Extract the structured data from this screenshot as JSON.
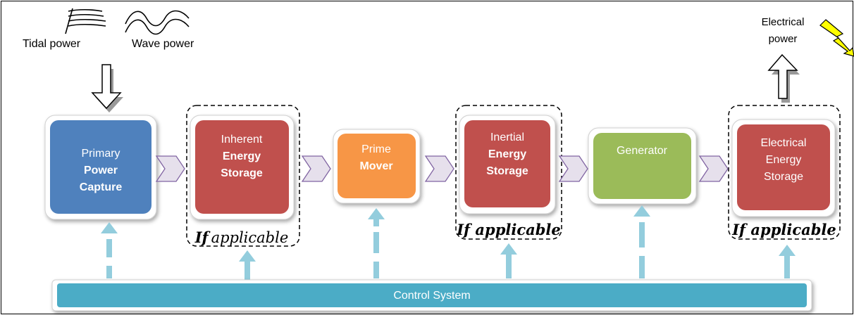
{
  "sources": {
    "tidal_label": "Tidal power",
    "wave_label": "Wave power"
  },
  "output": {
    "label_line1": "Electrical",
    "label_line2": "power"
  },
  "blocks": [
    {
      "id": "primary",
      "line1": "Primary",
      "line2": "Power",
      "line3": "Capture",
      "color": "#4f81bd"
    },
    {
      "id": "inherent",
      "line1": "Inherent",
      "line2": "Energy",
      "line3": "Storage",
      "color": "#c0504d"
    },
    {
      "id": "prime",
      "line1": "Prime",
      "line2": "Mover",
      "color": "#f79646"
    },
    {
      "id": "inertial",
      "line1": "Inertial",
      "line2": "Energy",
      "line3": "Storage",
      "color": "#c0504d"
    },
    {
      "id": "generator",
      "line1": "Generator",
      "color": "#9bbb59"
    },
    {
      "id": "electrical",
      "line1": "Electrical",
      "line2": "Energy",
      "line3": "Storage",
      "color": "#c0504d"
    }
  ],
  "if_applicable": {
    "if_word": "If",
    "applicable_word": "applicable",
    "full": "If applicable"
  },
  "control": {
    "label": "Control System",
    "color": "#4bacc6"
  },
  "colors": {
    "connector": "#93cddd",
    "chevron_fill": "#e6e0ec",
    "chevron_stroke": "#8064a2",
    "lightning": "#ffff00"
  },
  "icons": [
    "tidal-lines-icon",
    "wave-icon",
    "lightning-icon",
    "down-arrow-icon",
    "up-arrow-icon"
  ]
}
